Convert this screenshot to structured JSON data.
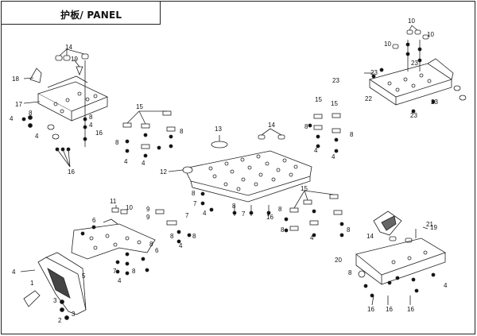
{
  "title": "护板/ PANEL",
  "colors": {
    "line": "#222222",
    "fill": "#ffffff",
    "part": "#111111"
  },
  "callouts": [
    {
      "text": "14"
    },
    {
      "text": "19"
    },
    {
      "text": "18"
    },
    {
      "text": "17"
    },
    {
      "text": "4"
    },
    {
      "text": "8"
    },
    {
      "text": "4"
    },
    {
      "text": "8"
    },
    {
      "text": "4"
    },
    {
      "text": "16"
    },
    {
      "text": "16"
    },
    {
      "text": "15"
    },
    {
      "text": "8"
    },
    {
      "text": "4"
    },
    {
      "text": "8"
    },
    {
      "text": "4"
    },
    {
      "text": "13"
    },
    {
      "text": "14"
    },
    {
      "text": "12"
    },
    {
      "text": "10"
    },
    {
      "text": "10"
    },
    {
      "text": "10"
    },
    {
      "text": "23"
    },
    {
      "text": "23"
    },
    {
      "text": "23"
    },
    {
      "text": "22"
    },
    {
      "text": "23"
    },
    {
      "text": "23"
    },
    {
      "text": "15"
    },
    {
      "text": "15"
    },
    {
      "text": "8"
    },
    {
      "text": "4"
    },
    {
      "text": "8"
    },
    {
      "text": "4"
    },
    {
      "text": "8"
    },
    {
      "text": "7"
    },
    {
      "text": "4"
    },
    {
      "text": "8"
    },
    {
      "text": "7"
    },
    {
      "text": "16"
    },
    {
      "text": "8"
    },
    {
      "text": "15"
    },
    {
      "text": "8"
    },
    {
      "text": "4"
    },
    {
      "text": "8"
    },
    {
      "text": "11"
    },
    {
      "text": "10"
    },
    {
      "text": "6"
    },
    {
      "text": "9"
    },
    {
      "text": "9"
    },
    {
      "text": "8"
    },
    {
      "text": "7"
    },
    {
      "text": "8"
    },
    {
      "text": "4"
    },
    {
      "text": "8"
    },
    {
      "text": "6"
    },
    {
      "text": "7"
    },
    {
      "text": "8"
    },
    {
      "text": "4"
    },
    {
      "text": "5"
    },
    {
      "text": "1"
    },
    {
      "text": "4"
    },
    {
      "text": "3"
    },
    {
      "text": "2"
    },
    {
      "text": "3"
    },
    {
      "text": "14"
    },
    {
      "text": "21"
    },
    {
      "text": "19"
    },
    {
      "text": "20"
    },
    {
      "text": "8"
    },
    {
      "text": "4"
    },
    {
      "text": "16"
    },
    {
      "text": "16"
    },
    {
      "text": "16"
    }
  ]
}
